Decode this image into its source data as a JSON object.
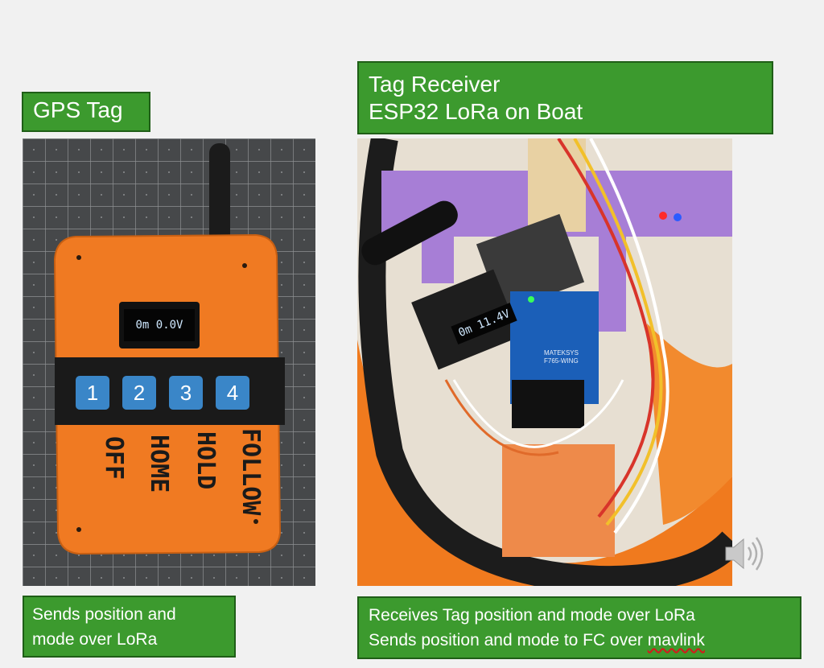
{
  "left": {
    "title": "GPS Tag",
    "caption_line1": "Sends position and",
    "caption_line2": "mode over LoRa",
    "device": {
      "screen_text": "0m 0.0V",
      "buttons": [
        "1",
        "2",
        "3",
        "4"
      ],
      "mode_labels": [
        "OFF",
        "HOME",
        "HOLD",
        "FOLLOW"
      ]
    }
  },
  "right": {
    "title_line1": "Tag Receiver",
    "title_line2": "ESP32 LoRa on Boat",
    "caption_line1": "Receives Tag position and mode over LoRa",
    "caption_line2_prefix": "Sends position and mode to FC over ",
    "caption_line2_word": "mavlink",
    "oled_text": "0m 11.4V",
    "board_text_1": "MATEKSYS",
    "board_text_2": "F765-WING"
  },
  "colors": {
    "label_green": "#3c9a2e",
    "tag_orange": "#f07a22",
    "bracket_purple": "#a77ed6"
  },
  "icons": {
    "speaker": "speaker-icon"
  }
}
